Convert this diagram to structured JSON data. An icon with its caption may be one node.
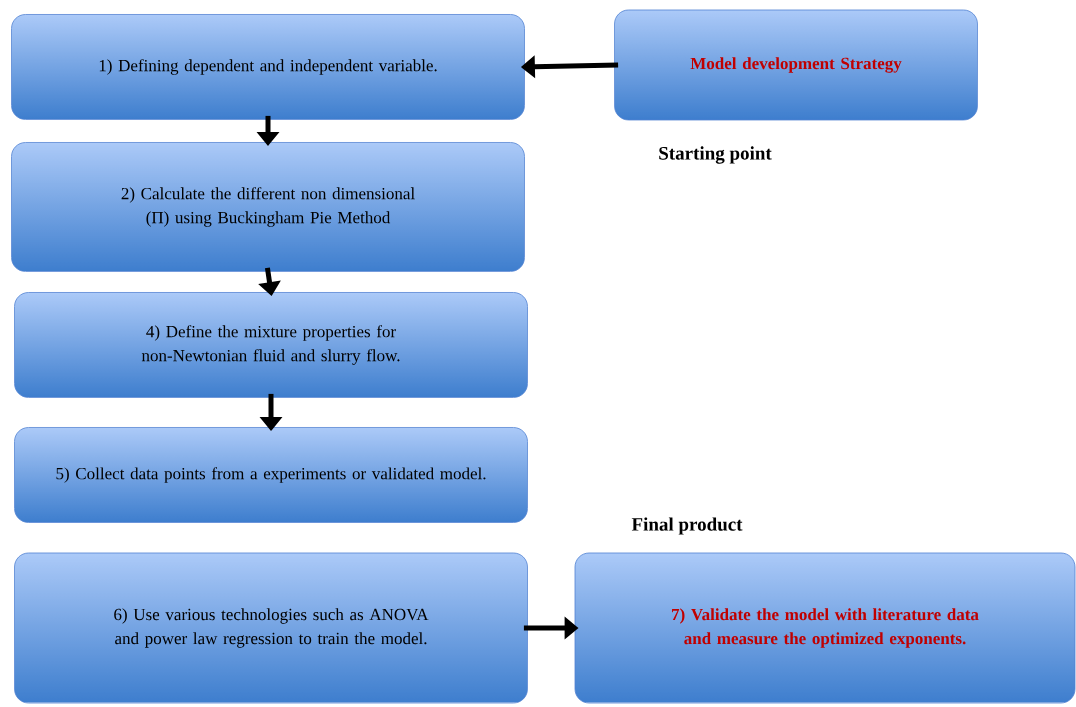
{
  "diagram": {
    "nodes": [
      {
        "text": [
          "1) Defining dependent and independent variable."
        ]
      },
      {
        "text": [
          "Model development Strategy"
        ],
        "beside": [
          "Starting point"
        ]
      },
      {
        "text": [
          "2) Calculate the different non dimensional (Π) using Buckingham Pie Method"
        ]
      },
      {
        "text": [
          "4) Define the mixture properties for non-Newtonian fluid and slurry flow."
        ]
      },
      {
        "text": [
          "5) Collect data points from a experiments or validated model."
        ]
      },
      {
        "text": [
          "6) Use various technologies such as ANOVA and power law regression to train the model."
        ]
      },
      {
        "text": [
          "7) Validate the model with literature data and measure the optimized exponents."
        ],
        "beside": [
          "Final product"
        ]
      }
    ],
    "edges": [
      {
        "from": 1,
        "to": 0,
        "arrow": "to"
      },
      {
        "from": 0,
        "to": 2,
        "arrow": "to"
      },
      {
        "from": 2,
        "to": 3,
        "arrow": "to"
      },
      {
        "from": 3,
        "to": 4,
        "arrow": "to"
      },
      {
        "from": 5,
        "to": 6,
        "arrow": "to"
      }
    ]
  }
}
